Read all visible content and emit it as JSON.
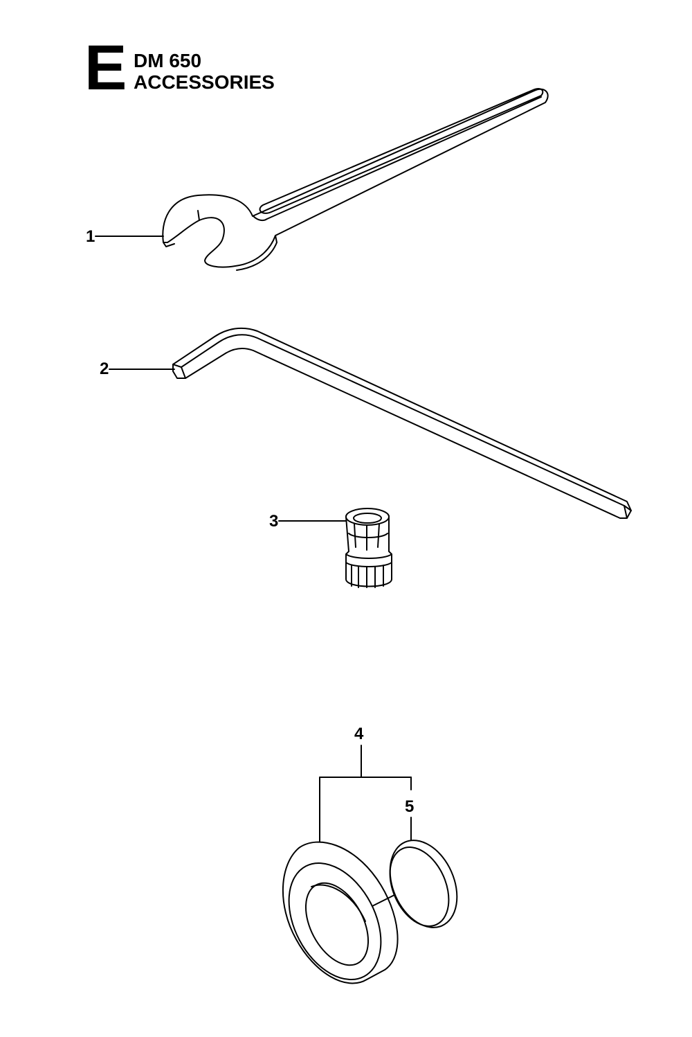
{
  "header": {
    "section_letter": "E",
    "model": "DM 650",
    "subtitle": "ACCESSORIES"
  },
  "parts": [
    {
      "callout": "1",
      "icon": "open-end-wrench-icon"
    },
    {
      "callout": "2",
      "icon": "hex-key-icon"
    },
    {
      "callout": "3",
      "icon": "adapter-nut-icon"
    },
    {
      "callout": "4",
      "icon": "ring-set-icon"
    },
    {
      "callout": "5",
      "icon": "thin-ring-icon"
    }
  ],
  "colors": {
    "line": "#000000",
    "background": "#ffffff"
  }
}
